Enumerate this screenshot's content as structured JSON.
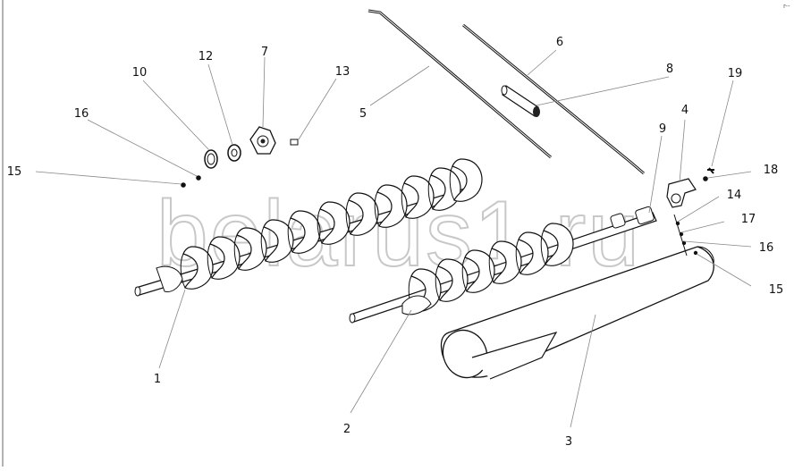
{
  "watermark": "belarus1.ru",
  "corner_mark": "r--",
  "callouts": [
    {
      "label": "1"
    },
    {
      "label": "2"
    },
    {
      "label": "3"
    },
    {
      "label": "4"
    },
    {
      "label": "5"
    },
    {
      "label": "6"
    },
    {
      "label": "7"
    },
    {
      "label": "8"
    },
    {
      "label": "9"
    },
    {
      "label": "10"
    },
    {
      "label": "12"
    },
    {
      "label": "13"
    },
    {
      "label": "14"
    },
    {
      "label": "15"
    },
    {
      "label": "15"
    },
    {
      "label": "16"
    },
    {
      "label": "16"
    },
    {
      "label": "17"
    },
    {
      "label": "18"
    },
    {
      "label": "19"
    }
  ]
}
